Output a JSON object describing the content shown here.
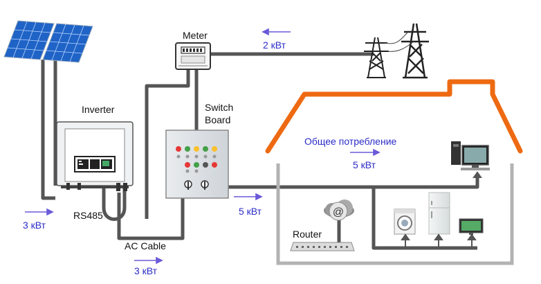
{
  "labels": {
    "meter": "Meter",
    "inverter": "Inverter",
    "switch_board_line1": "Switch",
    "switch_board_line2": "Board",
    "rs485": "RS485",
    "ac_cable": "AC Cable",
    "router": "Router",
    "router_symbol": "@",
    "total_consumption": "Общее потребление"
  },
  "flows": {
    "grid": "2 кВт",
    "solar": "3 кВт",
    "ac_cable": "3 кВт",
    "switch_to_house": "5 кВт",
    "house_total": "5 кВт"
  },
  "colors": {
    "cable": "#555555",
    "house_inner": "#b3b3b3",
    "roof": "#ee6a12",
    "flow_arrow": "#6a5ad9",
    "flow_text": "#2b2bc8",
    "panel_blue": "#1f63c6",
    "button_red": "#e53935",
    "button_green": "#43a047",
    "button_yellow": "#fbc02d"
  }
}
